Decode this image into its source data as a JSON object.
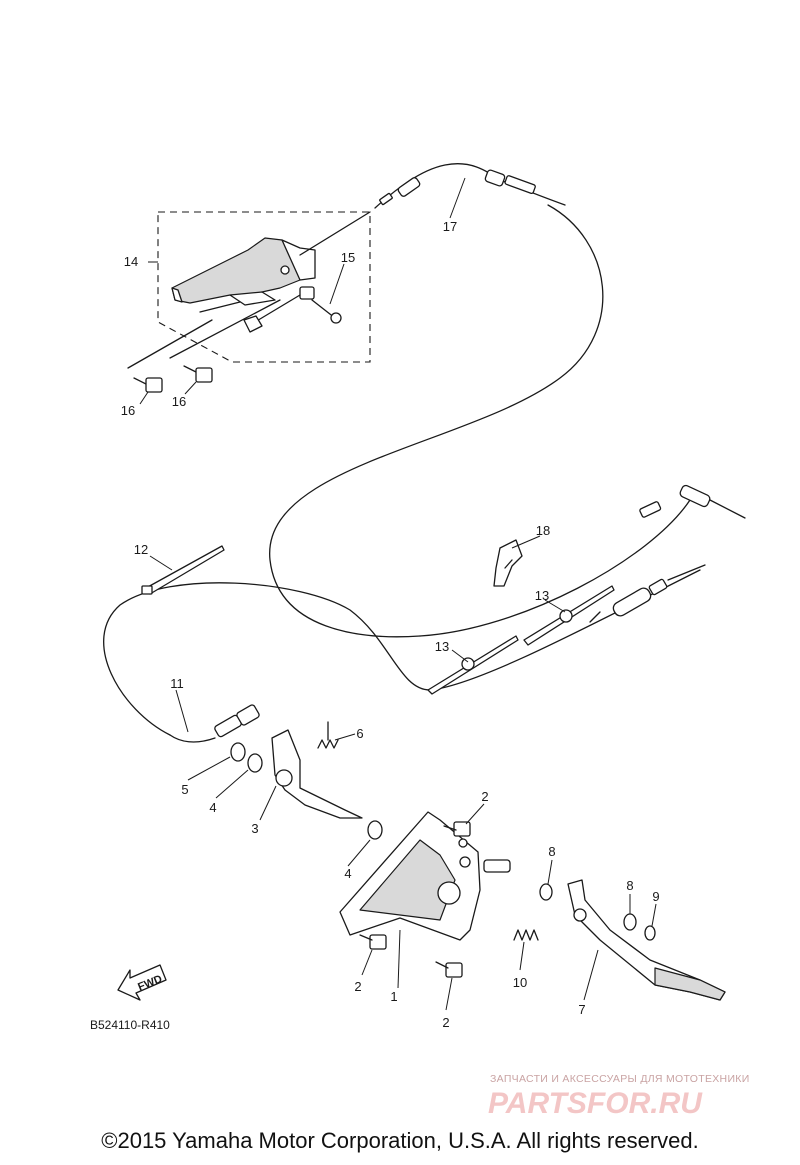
{
  "diagram": {
    "callouts": [
      "1",
      "2",
      "2",
      "2",
      "3",
      "4",
      "4",
      "5",
      "6",
      "7",
      "8",
      "8",
      "9",
      "10",
      "11",
      "12",
      "13",
      "13",
      "14",
      "15",
      "16",
      "16",
      "17",
      "18"
    ],
    "figure_code": "B524110-R410",
    "fwd_label": "FWD"
  },
  "watermark": {
    "tagline": "ЗАПЧАСТИ И АКСЕССУАРЫ ДЛЯ МОТОТЕХНИКИ",
    "brand": "PARTSFOR.RU"
  },
  "footer": {
    "copyright": "©2015 Yamaha Motor Corporation, U.S.A. All rights reserved."
  }
}
